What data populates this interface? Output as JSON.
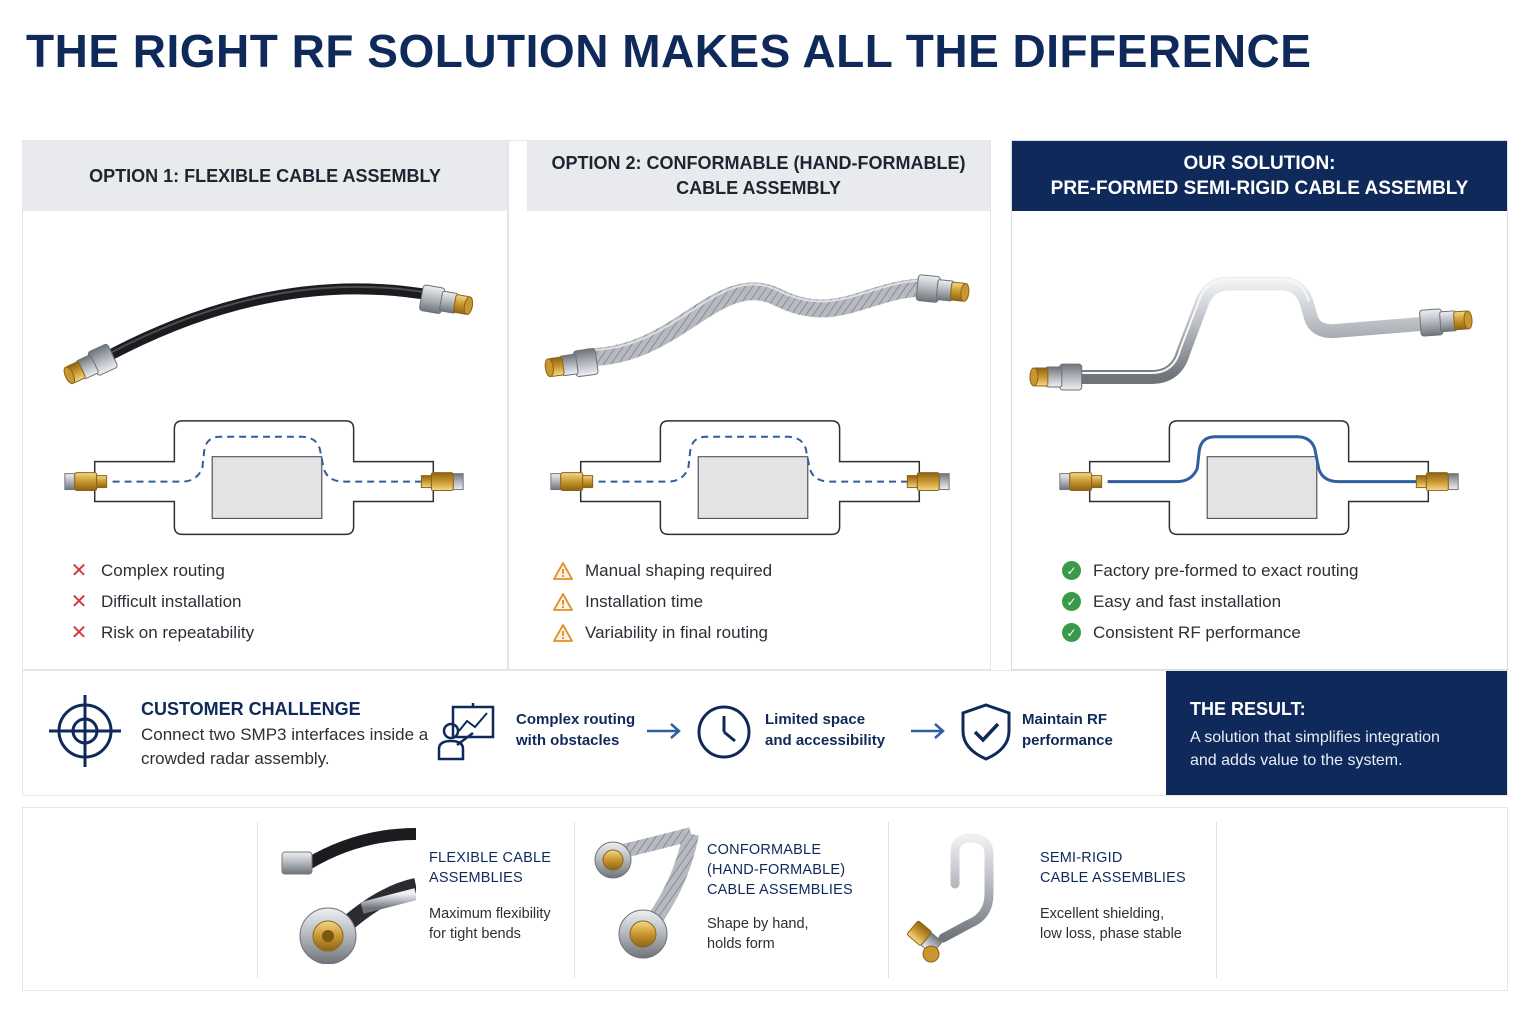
{
  "title": "THE RIGHT RF SOLUTION MAKES ALL THE DIFFERENCE",
  "options": [
    {
      "header": "OPTION 1: FLEXIBLE CABLE ASSEMBLY",
      "points": [
        "Complex routing",
        "Difficult installation",
        "Risk on repeatability"
      ],
      "point_icon": "x-icon",
      "point_color": "#d23a3a"
    },
    {
      "header": "OPTION 2: CONFORMABLE (HAND-FORMABLE)\nCABLE ASSEMBLY",
      "points": [
        "Manual shaping required",
        "Installation time",
        "Variability in final routing"
      ],
      "point_icon": "warning-icon",
      "point_color": "#e0902a"
    },
    {
      "header": "OUR SOLUTION:\nPRE-FORMED SEMI-RIGID CABLE ASSEMBLY",
      "points": [
        "Factory pre-formed to exact routing",
        "Easy and fast installation",
        "Consistent RF performance"
      ],
      "point_icon": "check-icon",
      "point_color": "#3a9a4a"
    }
  ],
  "challenge": {
    "title": "CUSTOMER CHALLENGE",
    "description": "Connect two SMP3 interfaces inside a crowded radar assembly.",
    "icon": "target-icon",
    "steps": [
      {
        "icon": "engineer-board-icon",
        "text": "Complex routing\nwith obstacles"
      },
      {
        "icon": "clock-icon",
        "text": "Limited space\nand accessibility"
      },
      {
        "icon": "shield-check-icon",
        "text": "Maintain RF\nperformance"
      }
    ]
  },
  "result": {
    "title": "THE RESULT:",
    "description": "A solution that simplifies integration\nand adds value to the system."
  },
  "products": [
    {
      "title": "FLEXIBLE CABLE\nASSEMBLIES",
      "description": "Maximum flexibility\nfor tight bends"
    },
    {
      "title": "CONFORMABLE\n(HAND-FORMABLE)\nCABLE ASSEMBLIES",
      "description": "Shape by hand,\nholds form"
    },
    {
      "title": "SEMI-RIGID\nCABLE ASSEMBLIES",
      "description": "Excellent shielding,\nlow loss, phase stable"
    }
  ],
  "colors": {
    "navy": "#0f2a5a",
    "route_blue": "#2f5f9e",
    "gold": "#d8a840"
  }
}
